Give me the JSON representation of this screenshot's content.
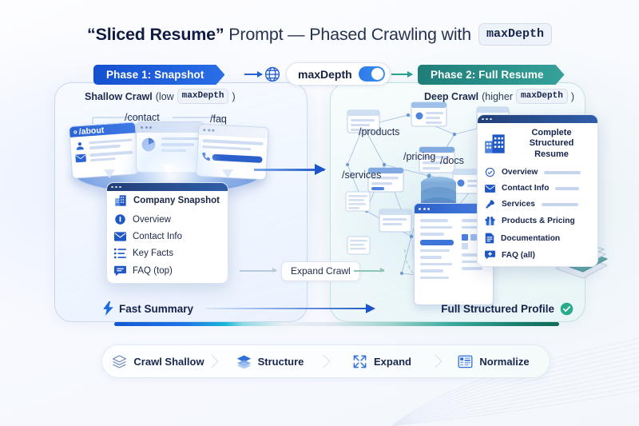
{
  "title": {
    "quoted": "“Sliced Resume”",
    "rest": " Prompt — Phased Crawling with",
    "code": "maxDepth"
  },
  "colors": {
    "phase1_blue": "#1350cf",
    "phase2_teal": "#1f7d78",
    "accent_arrow": "#1b55c9",
    "check_green": "#2aa98d",
    "text_dark": "#15224a",
    "background": "#f7f9fe"
  },
  "toggle": {
    "globe_icon": "globe-icon",
    "label": "maxDepth",
    "state": "on"
  },
  "phase1": {
    "badge": "Phase 1: Snapshot",
    "caption_bold": "Shallow Crawl",
    "caption_reg": "(low",
    "caption_code": "maxDepth",
    "caption_tail": ")",
    "pages": [
      {
        "url": "/about"
      },
      {
        "url": "/contact"
      },
      {
        "url": "/faq"
      }
    ],
    "card": {
      "title": "Company Snapshot",
      "title_icon": "building-icon",
      "rows": [
        {
          "icon": "info-circle-icon",
          "label": "Overview"
        },
        {
          "icon": "envelope-icon",
          "label": "Contact Info"
        },
        {
          "icon": "list-icon",
          "label": "Key Facts"
        },
        {
          "icon": "chat-bubble-icon",
          "label": "FAQ (top)"
        }
      ]
    }
  },
  "phase2": {
    "badge": "Phase 2: Full Resume",
    "caption_bold": "Deep Crawl",
    "caption_reg": "(higher",
    "caption_code": "maxDepth",
    "caption_tail": ")",
    "nodes": [
      {
        "url": "/products"
      },
      {
        "url": "/pricing"
      },
      {
        "url": "/services"
      },
      {
        "url": "/docs"
      }
    ],
    "card": {
      "title_line1": "Complete",
      "title_line2": "Structured Resume",
      "title_icon": "building-icon",
      "rows": [
        {
          "icon": "check-circle-icon",
          "label": "Overview"
        },
        {
          "icon": "envelope-icon",
          "label": "Contact Info"
        },
        {
          "icon": "rocket-icon",
          "label": "Services"
        },
        {
          "icon": "gift-icon",
          "label": "Products & Pricing"
        },
        {
          "icon": "document-icon",
          "label": "Documentation"
        },
        {
          "icon": "chat-plus-icon",
          "label": "FAQ (all)"
        }
      ]
    }
  },
  "middle": {
    "expand_label": "Expand Crawl"
  },
  "summary": {
    "left_icon": "bolt-icon",
    "left_label": "Fast Summary",
    "right_label": "Full Structured Profile",
    "right_icon": "check-circle-filled-icon"
  },
  "pipeline": [
    {
      "icon": "layers-thin-icon",
      "label": "Crawl Shallow"
    },
    {
      "icon": "layers-solid-icon",
      "label": "Structure"
    },
    {
      "icon": "expand-arrows-icon",
      "label": "Expand"
    },
    {
      "icon": "table-grid-icon",
      "label": "Normalize"
    }
  ]
}
